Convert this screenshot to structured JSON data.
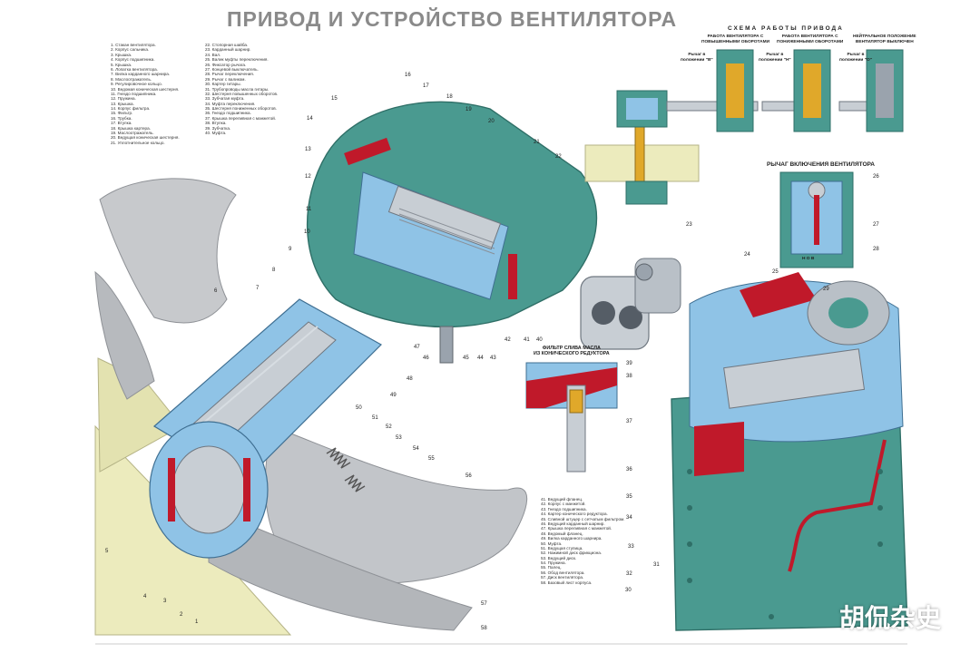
{
  "title": "ПРИВОД И УСТРОЙСТВО ВЕНТИЛЯТОРА",
  "legend_left_1": [
    "1. Стакан вентилятора.",
    "2. Корпус сальника.",
    "3. Крышка.",
    "4. Корпус подшипника.",
    "5. Крышка.",
    "6. Лопатка вентилятора.",
    "7. Вилка карданного шарнира.",
    "8. Маслоотражатель.",
    "9. Регулировочное кольцо.",
    "10. Ведомая коническая шестерня.",
    "11. Гнездо подшипника.",
    "12. Пружина.",
    "13. Крышка.",
    "14. Корпус фильтра.",
    "15. Фильтр.",
    "16. Трубка.",
    "17. Втулка.",
    "18. Крышка картера.",
    "19. Маслоотражатель.",
    "20. Ведущая коническая шестерня.",
    "21. Уплотнительное кольцо."
  ],
  "legend_left_2": [
    "22. Стопорная шайба.",
    "23. Карданный шарнир.",
    "24. Вал.",
    "25. Валик муфты переключения.",
    "26. Фиксатор рычага.",
    "27. Концевой выключатель.",
    "28. Рычаг переключения.",
    "29. Рычаг с валиком.",
    "30. Картер гитары.",
    "31. Трубопроводы масла гитары.",
    "32. Шестерня повышенных оборотов.",
    "33. Зубчатая муфта.",
    "34. Муфта переключения.",
    "35. Шестерня пониженных оборотов.",
    "36. Гнездо подшипника.",
    "37. Крышка переливная с манжетой.",
    "38. Втулка.",
    "39. Зубчатка.",
    "40. Муфта."
  ],
  "legend_right": [
    "41. Ведущий фланец.",
    "42. Корпус с манжетой.",
    "43. Гнездо подшипника.",
    "44. Картер конического редуктора.",
    "45. Сливной штуцер с сетчатым фильтром.",
    "46. Ведущий карданный шарнир.",
    "47. Крышка переливная с манжетой.",
    "48. Ведомый фланец.",
    "49. Вилка карданного шарнира.",
    "50. Муфта.",
    "51. Ведущая ступица.",
    "52. Нажимной диск фрикциона.",
    "53. Ведущий диск.",
    "54. Пружина.",
    "55. Палец.",
    "56. Обод вентилятора.",
    "57. Диск вентилятора.",
    "58. Базовый лист корпуса."
  ],
  "scheme": {
    "title": "СХЕМА РАБОТЫ ПРИВОДА",
    "col1": [
      "РАБОТА ВЕНТИЛЯТОРА С",
      "ПОВЫШЕННЫМИ ОБОРОТАМИ"
    ],
    "col2": [
      "РАБОТА ВЕНТИЛЯТОРА С",
      "ПОНИЖЕННЫМИ ОБОРОТАМИ"
    ],
    "col3": [
      "НЕЙТРАЛЬНОЕ ПОЛОЖЕНИЕ",
      "ВЕНТИЛЯТОР ВЫКЛЮЧЕН"
    ],
    "lever1": [
      "Рычаг в",
      "положении \"В\""
    ],
    "lever2": [
      "Рычаг в",
      "положении \"Н\""
    ],
    "lever3": [
      "Рычаг в",
      "положении \"О\""
    ]
  },
  "lever_title": "РЫЧАГ ВКЛЮЧЕНИЯ ВЕНТИЛЯТОРА",
  "lever_marks": "Н О В",
  "filter_title": [
    "ФИЛЬТР СЛИВА МАСЛА",
    "ИЗ КОНИЧЕСКОГО РЕДУКТОРА"
  ],
  "watermark": "胡侃杂史",
  "callouts": [
    "1",
    "2",
    "3",
    "4",
    "5",
    "6",
    "7",
    "8",
    "9",
    "10",
    "11",
    "12",
    "13",
    "14",
    "15",
    "16",
    "17",
    "18",
    "19",
    "20",
    "21",
    "22",
    "23",
    "24",
    "25",
    "26",
    "27",
    "28",
    "29",
    "30",
    "31",
    "32",
    "33",
    "34",
    "35",
    "36",
    "37",
    "38",
    "39",
    "40",
    "41",
    "42",
    "43",
    "44",
    "45",
    "46",
    "47",
    "48",
    "49",
    "50",
    "51",
    "52",
    "53",
    "54",
    "55",
    "56",
    "57",
    "58"
  ],
  "colors": {
    "housing": "#4a9a90",
    "housing_dark": "#2f6f67",
    "oil": "#c0192a",
    "steel": "#9aa3ad",
    "shaft": "#c8ced4",
    "blue_cut": "#8fc3e6",
    "sand": "#ecebbd",
    "gray_fan": "#c7c9cc"
  }
}
